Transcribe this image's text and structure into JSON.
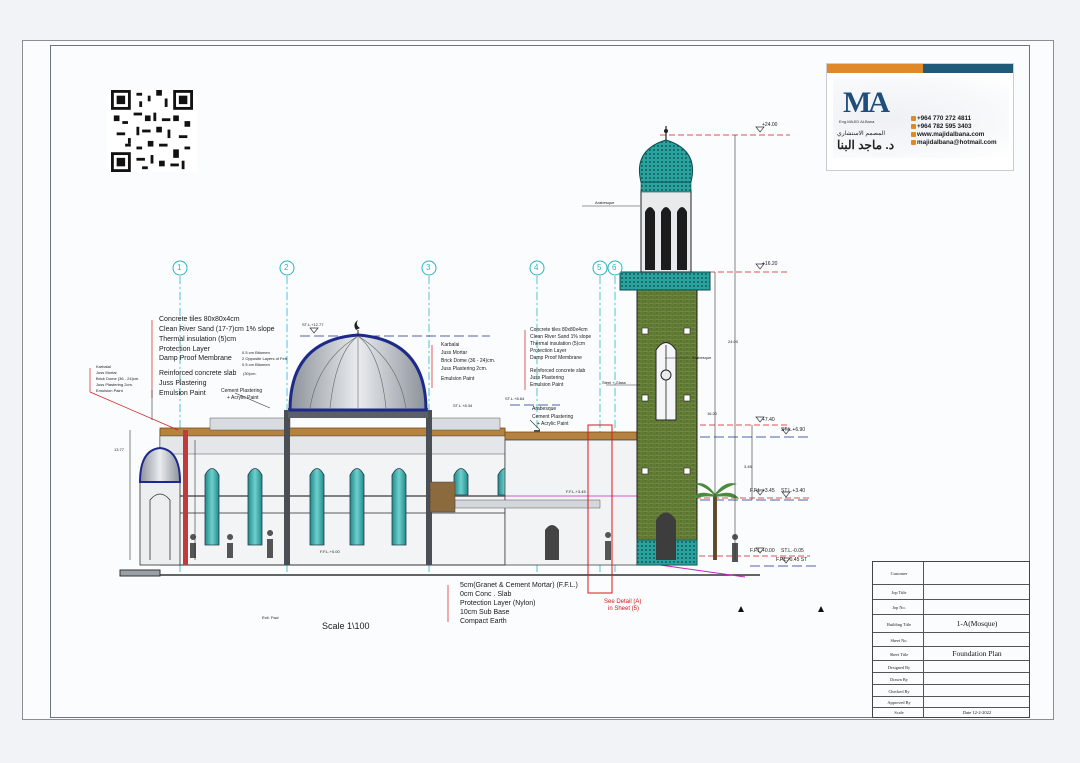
{
  "logo": {
    "mark": "MA",
    "tagline": "Eng.MAJID ALBana",
    "arabic_title": "المصمم الاستشاري",
    "arabic_name": "د. ماجد البنا",
    "phone_1": "+964 770 272 4811",
    "phone_2": "+964 782 595 3403",
    "website": "www.majidalbana.com",
    "email": "majidalbana@hotmail.com",
    "colors": {
      "orange": "#e0892b",
      "navy": "#1f5a79",
      "mark": "#1f4e7a"
    }
  },
  "grid_markers": [
    "1",
    "2",
    "3",
    "4",
    "5",
    "6"
  ],
  "levels": {
    "minaret_top": "+24.00",
    "minaret_balcony": "+16.20",
    "level_740": "+7.40",
    "st_690": "ST.L.+6.90",
    "ffl_345": "F.F.L.+3.45",
    "st_340": "ST.L.+3.40",
    "ffl_000": "F.F.L.+0.00",
    "st_neg005": "ST.L.-0.05",
    "ffl_neg045": "F.F.L.-0.45 ST",
    "dome_top": "ST.L.+12.77",
    "st_834": "ST.L.+8.34",
    "st_864": "ST.L.+8.64",
    "ffl_345_mid": "F.F.L.+3.45",
    "ffl_000_mid": "F.F.L.+0.00",
    "dim_2400": "24.00",
    "dim_1620": "16.20",
    "dim_345": "3.45",
    "dim_1377": "13.77"
  },
  "roof_notes_main": [
    "Concrete tiles 80x80x4cm",
    "Clean River Sand (17-7)cm  1% slope",
    "Thermal insulation (5)cm",
    "Protection Layer",
    "Damp Proof Membrane",
    "Reinforced concrete slab",
    "Juss Plastering",
    "Emulsion Paint"
  ],
  "membrane_sub": [
    "0.5 cm Bitumen",
    "2 Opposite Layers of Felt",
    "0.5 cm Bitumen"
  ],
  "slab_sub": "(30)cm.",
  "roof_notes_right": [
    "Concrete tiles 80x80x4cm",
    "Clean River Sand 1% slope",
    "Thermal insulation (5)cm",
    "Protection Layer",
    "Damp Proof Membrane",
    "Reinforced concrete slab",
    "Juss Plastering",
    "Emulsion Paint"
  ],
  "dome_notes": [
    "Karbalai",
    "Juss Mortar",
    "Brick Dome (36 - 24)cm.",
    "Juss Plastering 2cm.",
    "Emulsion Paint"
  ],
  "side_dome_notes": [
    "Karbalai",
    "Juss Mortar",
    "Brick Dome (36 - 24)cm.",
    "Juss Plastering 2cm.",
    "Emulsion Paint"
  ],
  "plaster_notes_a": [
    "Cement Plastering",
    "+ Acrylic Paint"
  ],
  "plaster_notes_b": [
    "Arabesque",
    "Cement Plastering",
    "+ Acrylic Paint"
  ],
  "minaret_notes": {
    "arabesque_top": "Arabesque",
    "arabesque_mid": "Arabesque",
    "steel": "Steel + Glass"
  },
  "floor_notes": [
    "5cm(Granet & Cement Mortar) (F.F.L.)",
    "0cm Conc . Slab",
    "Protection Layer (Nylon)",
    "10cm Sub Base",
    "Compact Earth"
  ],
  "detail_ref": [
    "See Detail (A)",
    "in Sheet (5)"
  ],
  "scale_label": "Scale 1\\100",
  "exit_label": "Exit. Fwd",
  "title_block": {
    "rows": [
      {
        "key": "Customer",
        "value": ""
      },
      {
        "key": "Jop Title",
        "value": ""
      },
      {
        "key": "Jop No.",
        "value": ""
      },
      {
        "key": "Building Title",
        "value": "1-A(Mosque)"
      },
      {
        "key": "Sheet No.",
        "value": ""
      },
      {
        "key": "Sheet Title",
        "value": "Foundation Plan"
      },
      {
        "key": "Designed By",
        "value": ""
      },
      {
        "key": "Drawn By",
        "value": ""
      },
      {
        "key": "Checked By",
        "value": ""
      },
      {
        "key": "Approved By",
        "value": ""
      },
      {
        "key": "Scale",
        "value": "Date    12-2-2022"
      }
    ]
  }
}
